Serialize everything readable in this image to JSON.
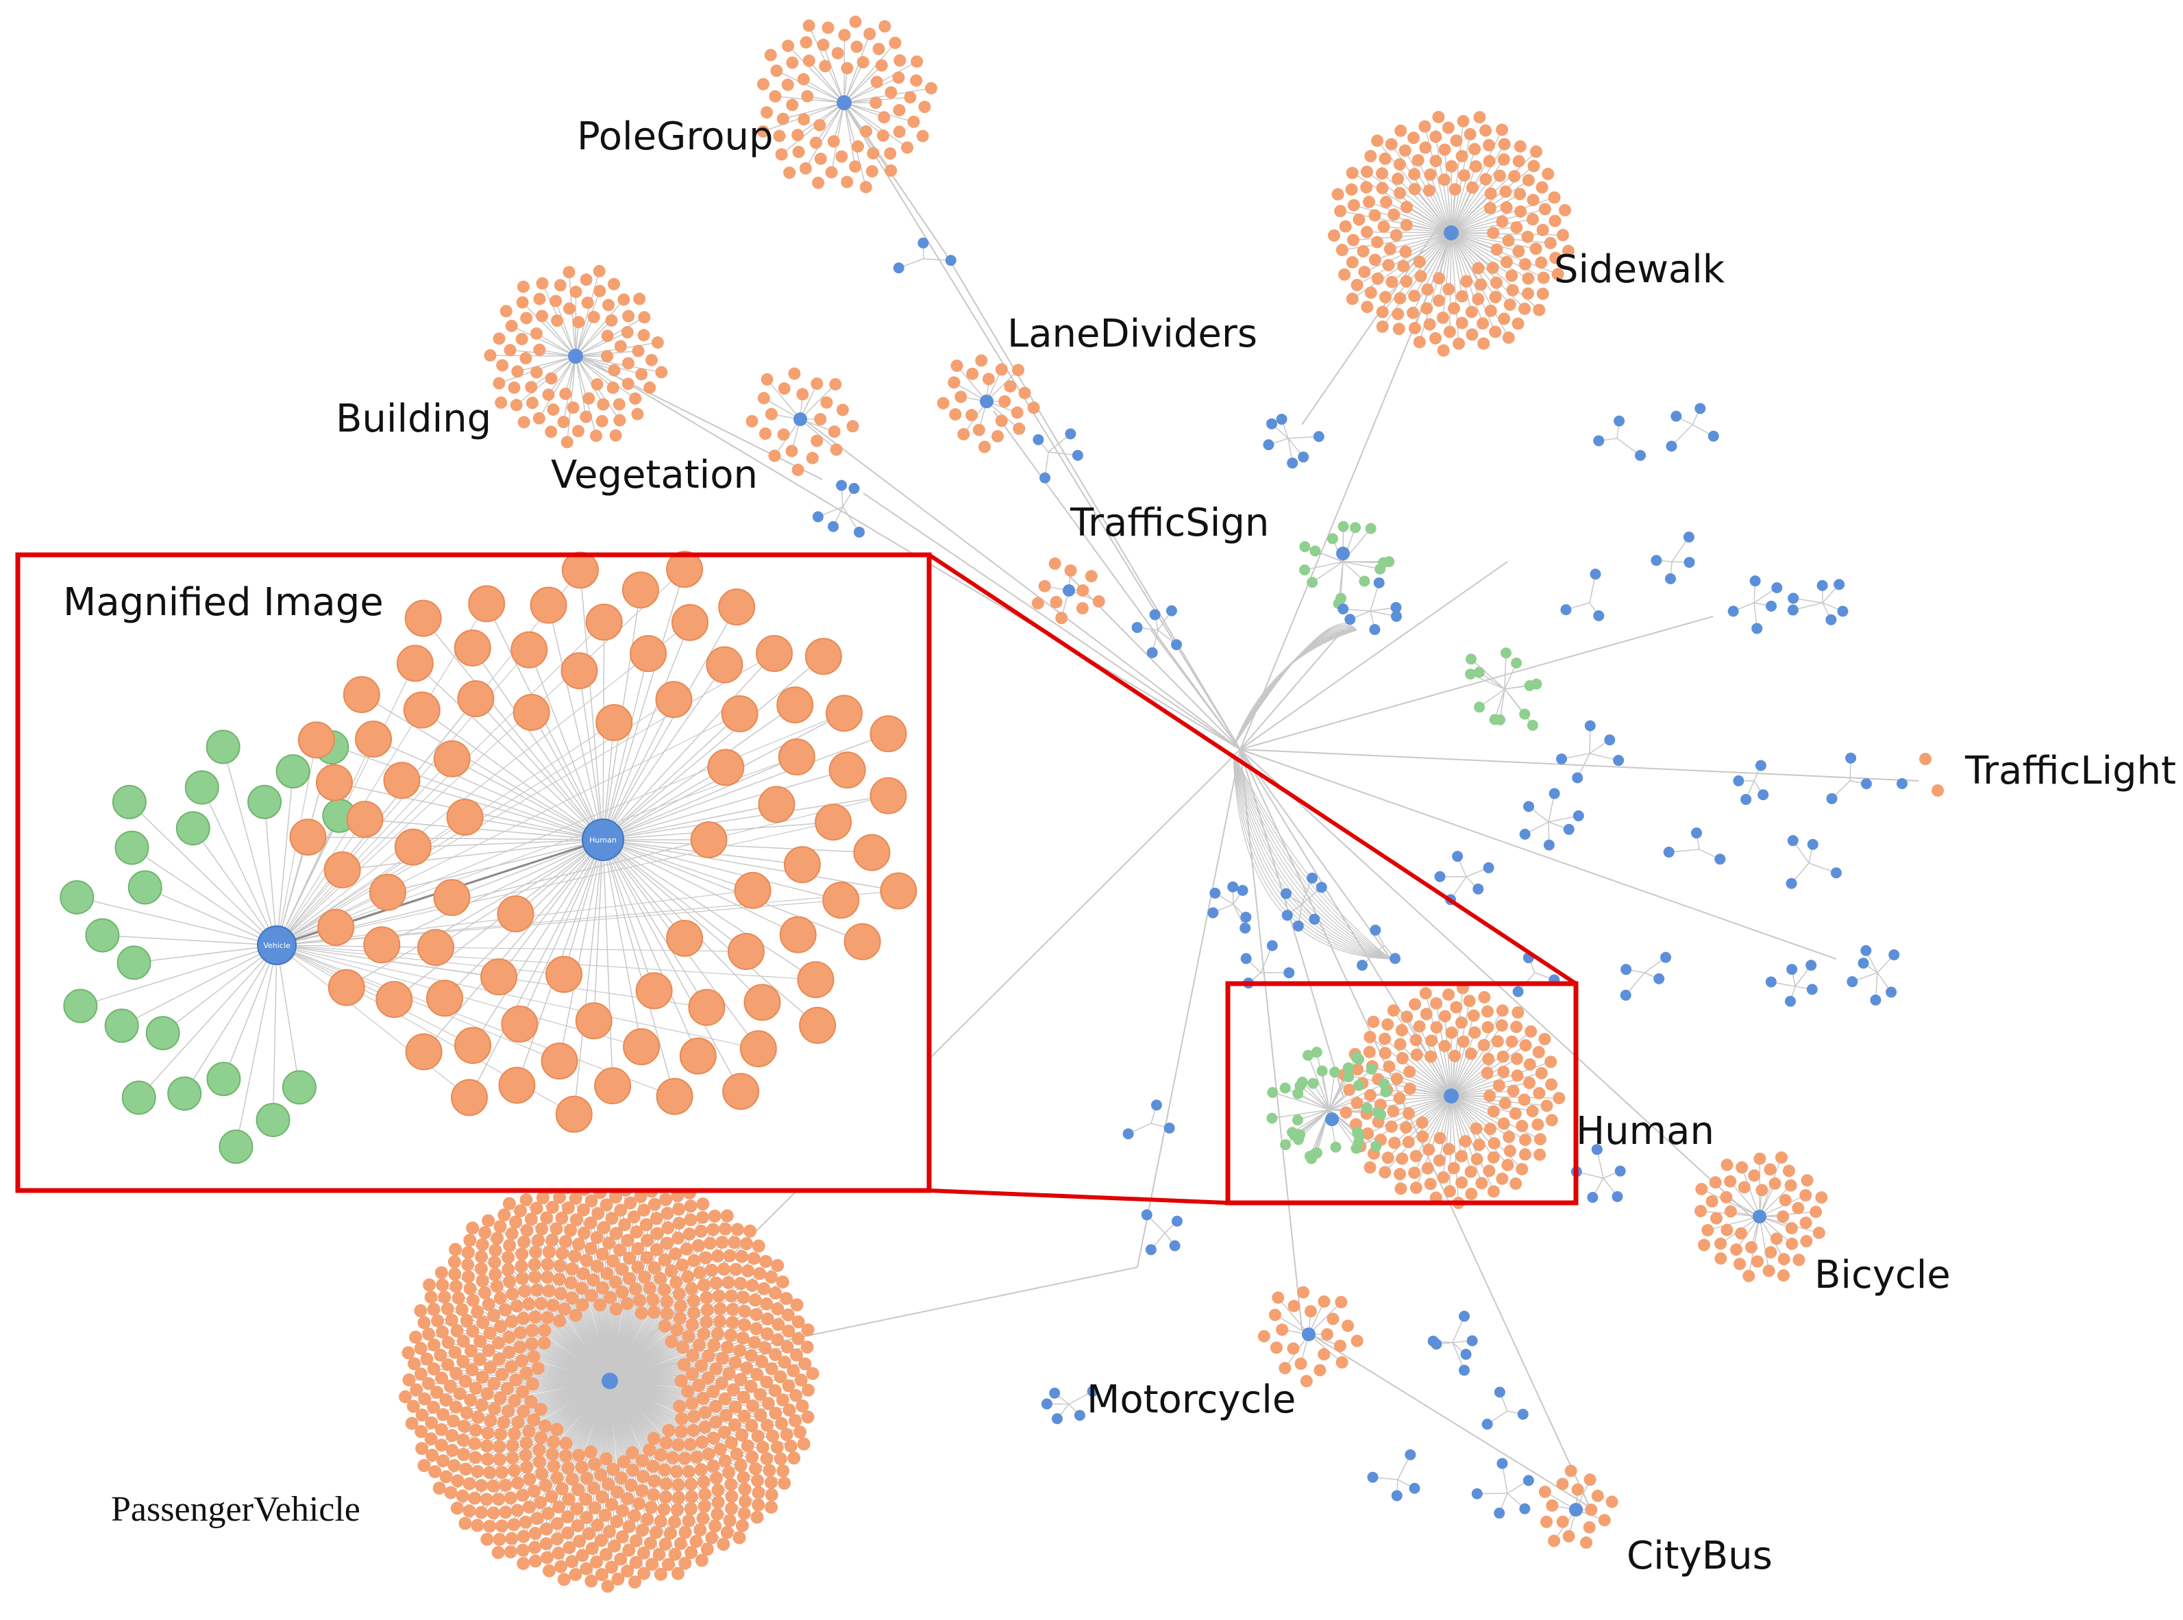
{
  "colors": {
    "object_node": "#f4a070",
    "hub_node": "#5b8fd9",
    "attribute_node": "#8fcf8f",
    "edge": "#c8c8c8",
    "highlight_box": "#e00000",
    "label_text": "#111111"
  },
  "labels": {
    "pole_group": "PoleGroup",
    "sidewalk": "Sidewalk",
    "lane_dividers": "LaneDividers",
    "building": "Building",
    "vegetation": "Vegetation",
    "traffic_sign": "TrafficSign",
    "traffic_light": "TrafficLight",
    "human": "Human",
    "bicycle": "Bicycle",
    "motorcycle": "Motorcycle",
    "passenger_vehicle": "PassengerVehicle",
    "city_bus": "CityBus",
    "magnified_image": "Magnified Image"
  },
  "magnified": {
    "hub_vehicle": "Vehicle",
    "hub_human": "Human"
  }
}
